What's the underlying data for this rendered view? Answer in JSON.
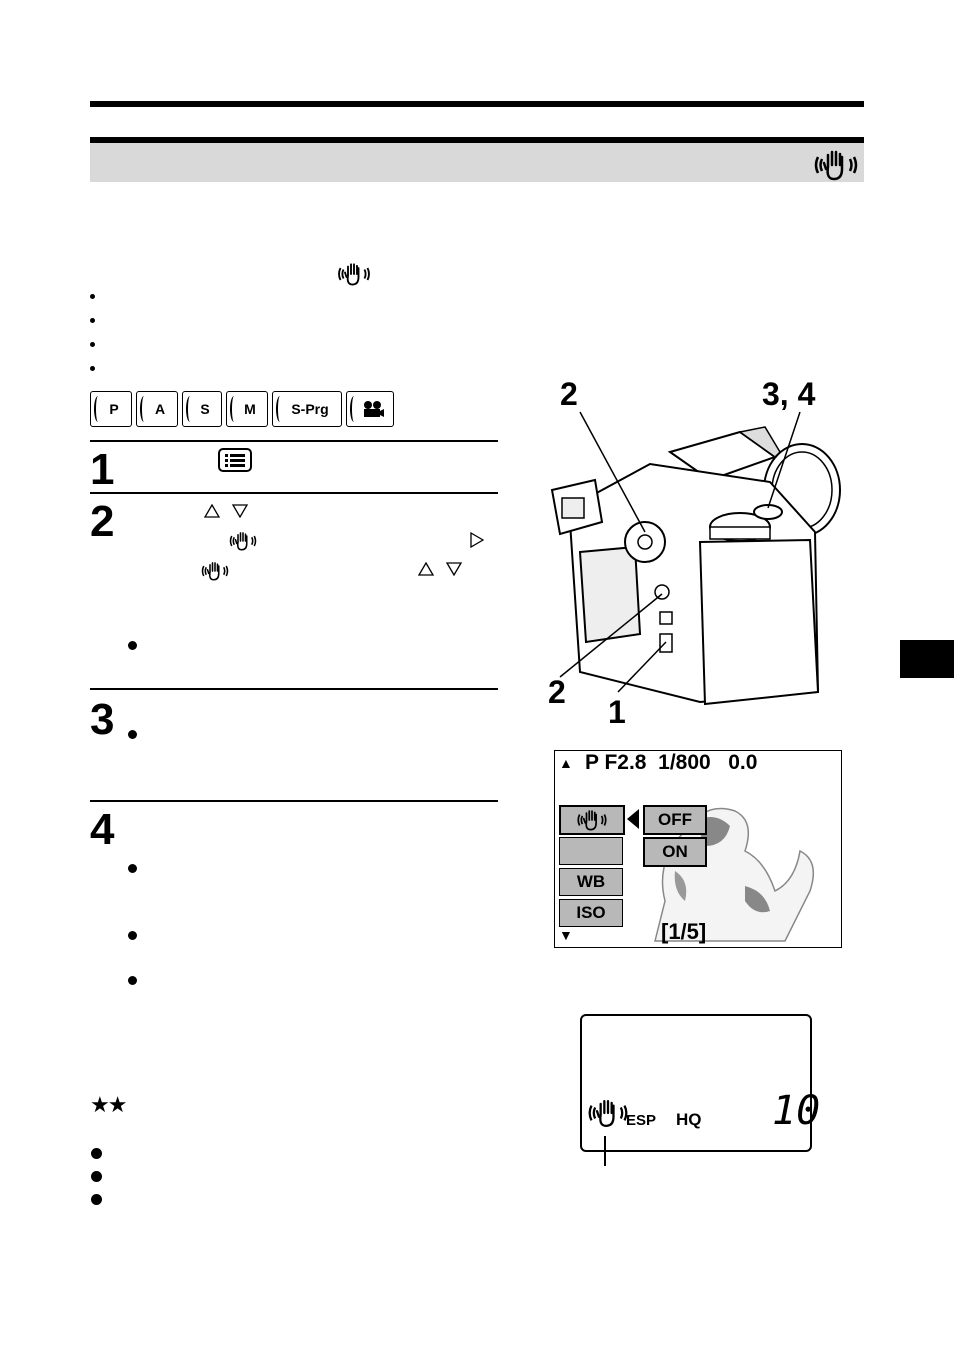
{
  "header": {
    "band_icon": "anti-shake-hand-icon"
  },
  "mode_icons": [
    "P",
    "A",
    "S",
    "M",
    "S-Prg",
    "movie-camera-icon"
  ],
  "steps": [
    {
      "number": "1"
    },
    {
      "number": "2"
    },
    {
      "number": "3"
    },
    {
      "number": "4"
    }
  ],
  "camera_callouts": {
    "top_left": "2",
    "top_right": "3, 4",
    "bottom_left": "2",
    "bottom_mid": "1"
  },
  "lcd_menu": {
    "top_row": "P F2.8  1/800   0.0",
    "wb_label": "WB",
    "iso_label": "ISO",
    "off_label": "OFF",
    "on_label": "ON",
    "page": "[1/5]"
  },
  "control_panel": {
    "esp": "ESP",
    "quality": "HQ",
    "count": "10"
  },
  "note_stars": "★★"
}
